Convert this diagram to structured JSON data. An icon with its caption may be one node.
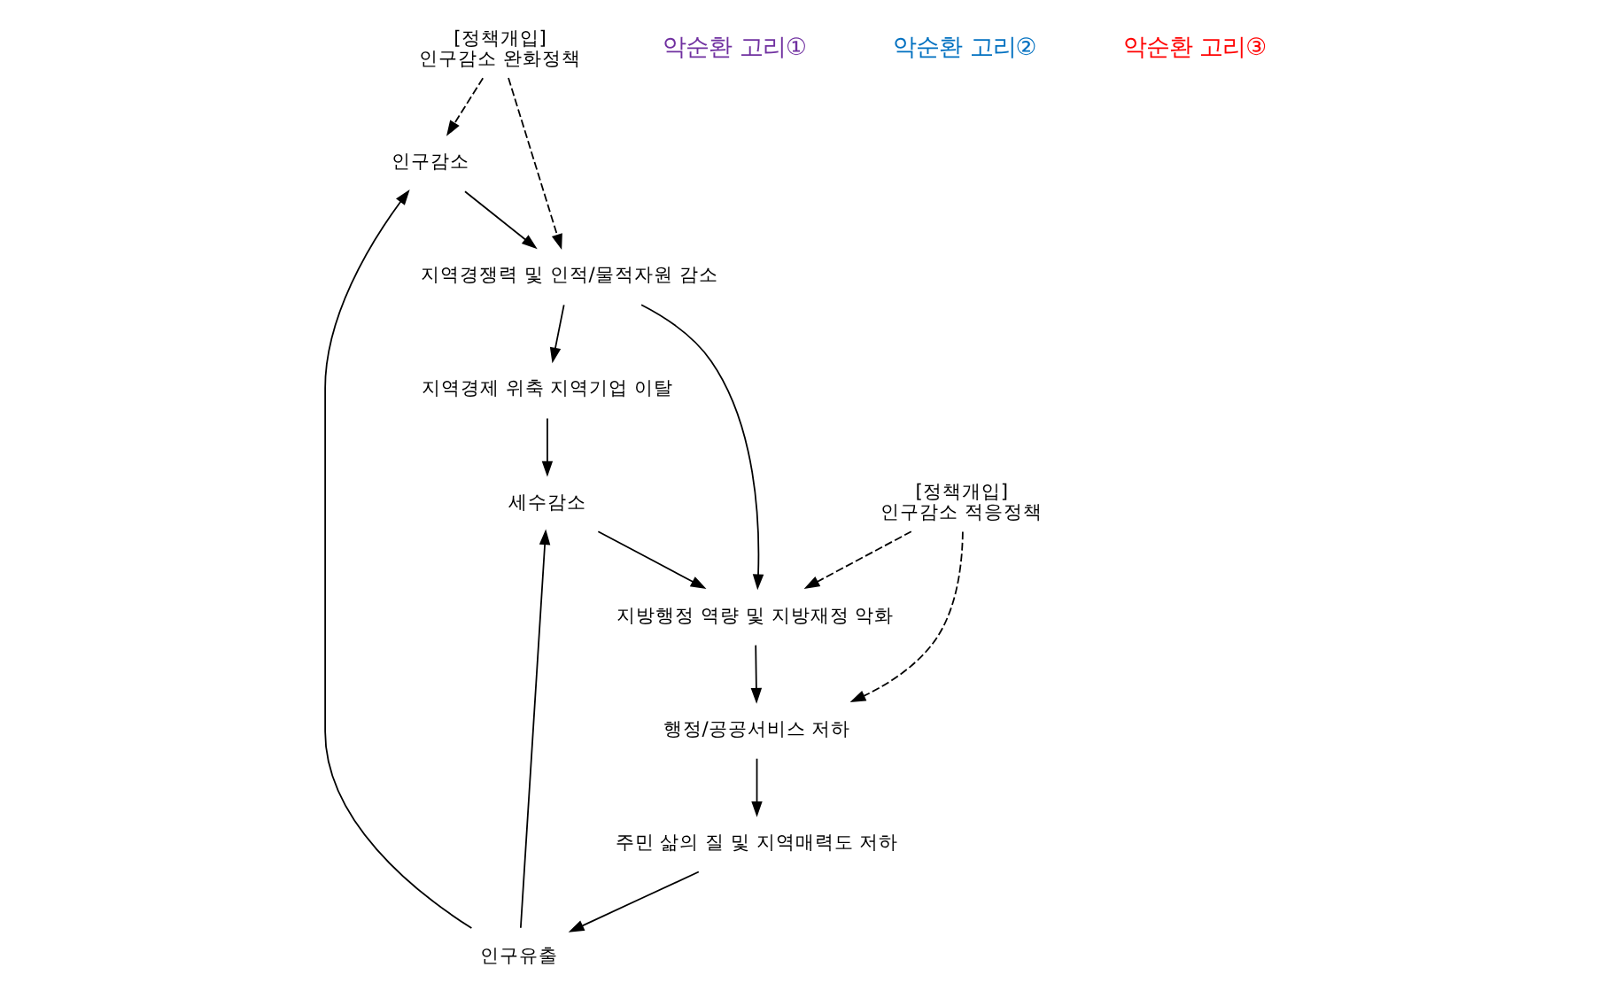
{
  "diagram": {
    "nodes": [
      {
        "text": [
          "[정책개입]",
          "인구감소 완화정책"
        ]
      },
      {
        "text": [
          "인구감소"
        ]
      },
      {
        "text": [
          "인구유출"
        ]
      },
      {
        "text": [
          "주민 삶의 질 및 지역매력도 저하"
        ]
      },
      {
        "text": [
          "지역경쟁력 및 인적/물적자원 감소"
        ]
      },
      {
        "text": [
          "지역경제 위축 지역기업 이탈"
        ]
      },
      {
        "text": [
          "세수감소"
        ]
      },
      {
        "text": [
          "행정/공공서비스 저하"
        ]
      },
      {
        "text": [
          "지방행정 역량 및 지방재정 악화"
        ]
      },
      {
        "text": [
          "[정책개입]",
          "인구감소 적응정책"
        ]
      }
    ],
    "edges": [
      {
        "from": 0,
        "to": 1,
        "arrow": "to",
        "style": "dashed"
      },
      {
        "from": 0,
        "to": 4,
        "arrow": "to",
        "style": "dashed"
      },
      {
        "from": 2,
        "to": 1,
        "arrow": "to"
      },
      {
        "from": 1,
        "to": 4,
        "arrow": "to"
      },
      {
        "from": 4,
        "to": 5,
        "arrow": "to"
      },
      {
        "from": 4,
        "to": 8,
        "arrow": "to"
      },
      {
        "from": 5,
        "to": 6,
        "arrow": "to"
      },
      {
        "from": 2,
        "to": 6,
        "arrow": "to"
      },
      {
        "from": 6,
        "to": 8,
        "arrow": "to"
      },
      {
        "from": 8,
        "to": 7,
        "arrow": "to"
      },
      {
        "from": 7,
        "to": 3,
        "arrow": "to"
      },
      {
        "from": 3,
        "to": 2,
        "arrow": "to"
      },
      {
        "from": 9,
        "to": 8,
        "arrow": "to",
        "style": "dashed"
      },
      {
        "from": 9,
        "to": 7,
        "arrow": "to",
        "style": "dashed"
      }
    ],
    "labels": [
      "악순환 고리①",
      "악순환 고리②",
      "악순환 고리③"
    ]
  }
}
